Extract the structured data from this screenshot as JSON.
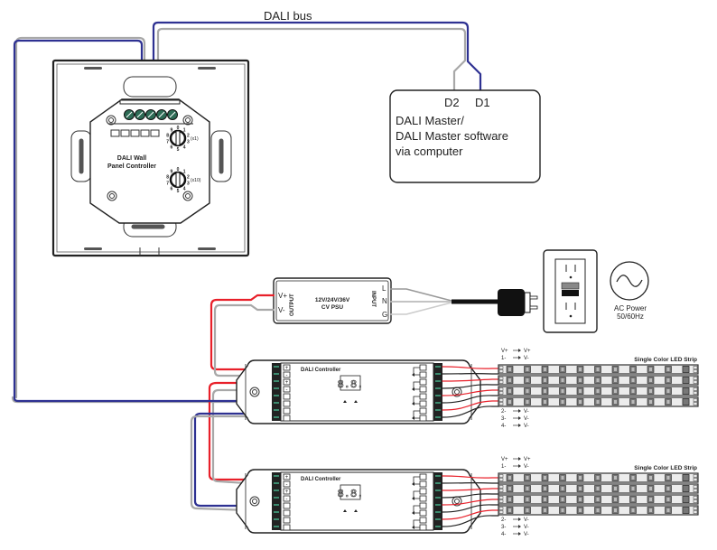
{
  "title": "DALI Wall Panel Controller wiring diagram",
  "bus": {
    "label": "DALI bus"
  },
  "wall_panel": {
    "name_line1": "DALI Wall",
    "name_line2": "Panel Controller",
    "dial_ones_label": "(x1)",
    "dial_tens_label": "(x10)",
    "dial_digits": [
      "0",
      "1",
      "2",
      "3",
      "4",
      "5",
      "6",
      "7",
      "8",
      "9"
    ]
  },
  "dali_master": {
    "terminal_d2": "D2",
    "terminal_d1": "D1",
    "line1": "DALI Master/",
    "line2": "DALI Master software",
    "line3": "via computer"
  },
  "psu": {
    "line1": "12V/24V/36V",
    "line2": "CV PSU",
    "output_label": "OUTPUT",
    "input_label": "INPUT",
    "vplus": "V+",
    "vminus": "V-",
    "l": "L",
    "n": "N",
    "g": "G"
  },
  "ac_power": {
    "line1": "AC Power",
    "line2": "50/60Hz"
  },
  "controllers": [
    {
      "name": "DALI Controller",
      "display": "8.8."
    },
    {
      "name": "DALI Controller",
      "display": "8.8."
    }
  ],
  "led_strip_groups": [
    {
      "title": "Single Color LED Strip",
      "top_mapping": [
        {
          "from": "V+",
          "to": "V+"
        },
        {
          "from": "1-",
          "to": "V-"
        }
      ],
      "bottom_mapping": [
        {
          "from": "2-",
          "to": "V-"
        },
        {
          "from": "3-",
          "to": "V-"
        },
        {
          "from": "4-",
          "to": "V-"
        }
      ]
    },
    {
      "title": "Single Color LED Strip",
      "top_mapping": [
        {
          "from": "V+",
          "to": "V+"
        },
        {
          "from": "1-",
          "to": "V-"
        }
      ],
      "bottom_mapping": [
        {
          "from": "2-",
          "to": "V-"
        },
        {
          "from": "3-",
          "to": "V-"
        },
        {
          "from": "4-",
          "to": "V-"
        }
      ]
    }
  ],
  "colors": {
    "dali_wire": "#2e3192",
    "neutral_wire": "#a8a8a8",
    "positive_wire": "#e8202a",
    "terminal_green": "#2d6b55"
  }
}
